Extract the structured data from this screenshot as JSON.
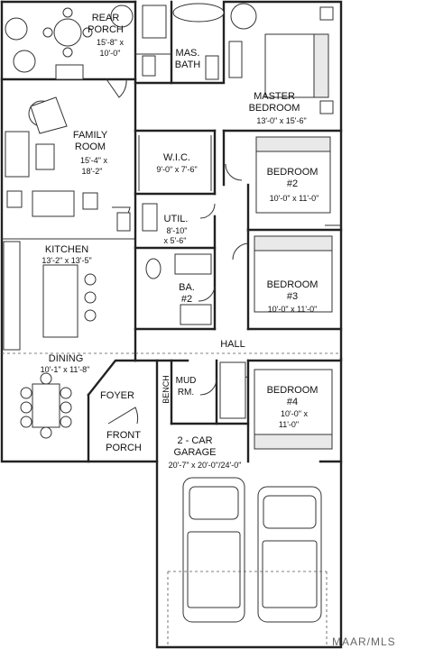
{
  "rooms": {
    "rear_porch": {
      "name": [
        "REAR",
        "PORCH"
      ],
      "dims": [
        "15'-8\" x",
        "10'-0\""
      ]
    },
    "mas_bath": {
      "name": [
        "MAS.",
        "BATH"
      ]
    },
    "master_bedroom": {
      "name": [
        "MASTER",
        "BEDROOM"
      ],
      "dims": [
        "13'-0\" x 15'-6\""
      ]
    },
    "family_room": {
      "name": [
        "FAMILY",
        "ROOM"
      ],
      "dims": [
        "15'-4\" x",
        "18'-2\""
      ]
    },
    "wic": {
      "name": [
        "W.I.C."
      ],
      "dims": [
        "9'-0\" x 7'-6\""
      ]
    },
    "bedroom2": {
      "name": [
        "BEDROOM",
        "#2"
      ],
      "dims": [
        "10'-0\" x 11'-0\""
      ]
    },
    "util": {
      "name": [
        "UTIL."
      ],
      "dims": [
        "8'-10\"",
        "x 5'-6\""
      ]
    },
    "kitchen": {
      "name": [
        "KITCHEN"
      ],
      "dims": [
        "13'-2\" x 13'-5\""
      ]
    },
    "ba2": {
      "name": [
        "BA.",
        "#2"
      ]
    },
    "bedroom3": {
      "name": [
        "BEDROOM",
        "#3"
      ],
      "dims": [
        "10'-0\" x 11'-0\""
      ]
    },
    "hall": {
      "name": [
        "HALL"
      ]
    },
    "dining": {
      "name": [
        "DINING"
      ],
      "dims": [
        "10'-1\" x 11'-8\""
      ]
    },
    "foyer": {
      "name": [
        "FOYER"
      ]
    },
    "bench": {
      "name": [
        "BENCH"
      ]
    },
    "mud_rm": {
      "name": [
        "MUD",
        "RM."
      ]
    },
    "bedroom4": {
      "name": [
        "BEDROOM",
        "#4"
      ],
      "dims": [
        "10'-0\" x",
        "11'-0\""
      ]
    },
    "front_porch": {
      "name": [
        "FRONT",
        "PORCH"
      ]
    },
    "garage": {
      "name": [
        "2 - CAR",
        "GARAGE"
      ],
      "dims": [
        "20'-7\" x 20'-0\"/24'-0\""
      ]
    }
  },
  "watermark": "MAAR/MLS"
}
